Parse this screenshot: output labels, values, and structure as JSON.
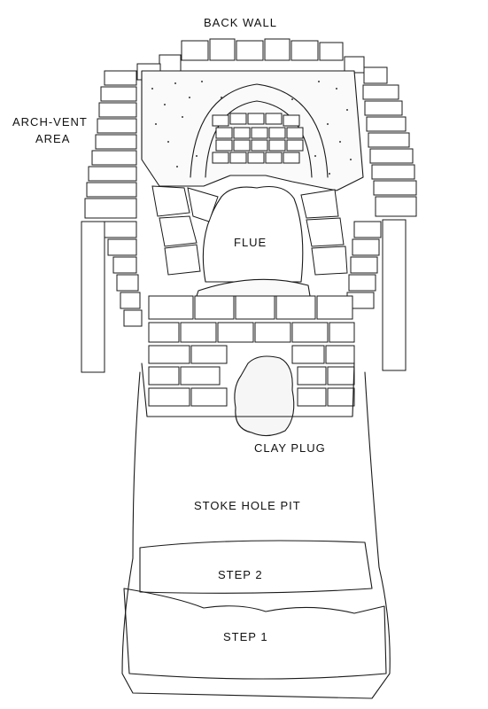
{
  "title": "",
  "labels": {
    "back_wall": "BACK WALL",
    "arch_vent_line1": "ARCH-VENT",
    "arch_vent_line2": "AREA",
    "flue": "FLUE",
    "clay_plug": "CLAY PLUG",
    "stoke_hole_pit": "STOKE HOLE PIT",
    "step_2": "STEP 2",
    "step_1": "STEP 1"
  },
  "colors": {
    "ink": "#1a1a1a",
    "paper": "#ffffff"
  }
}
